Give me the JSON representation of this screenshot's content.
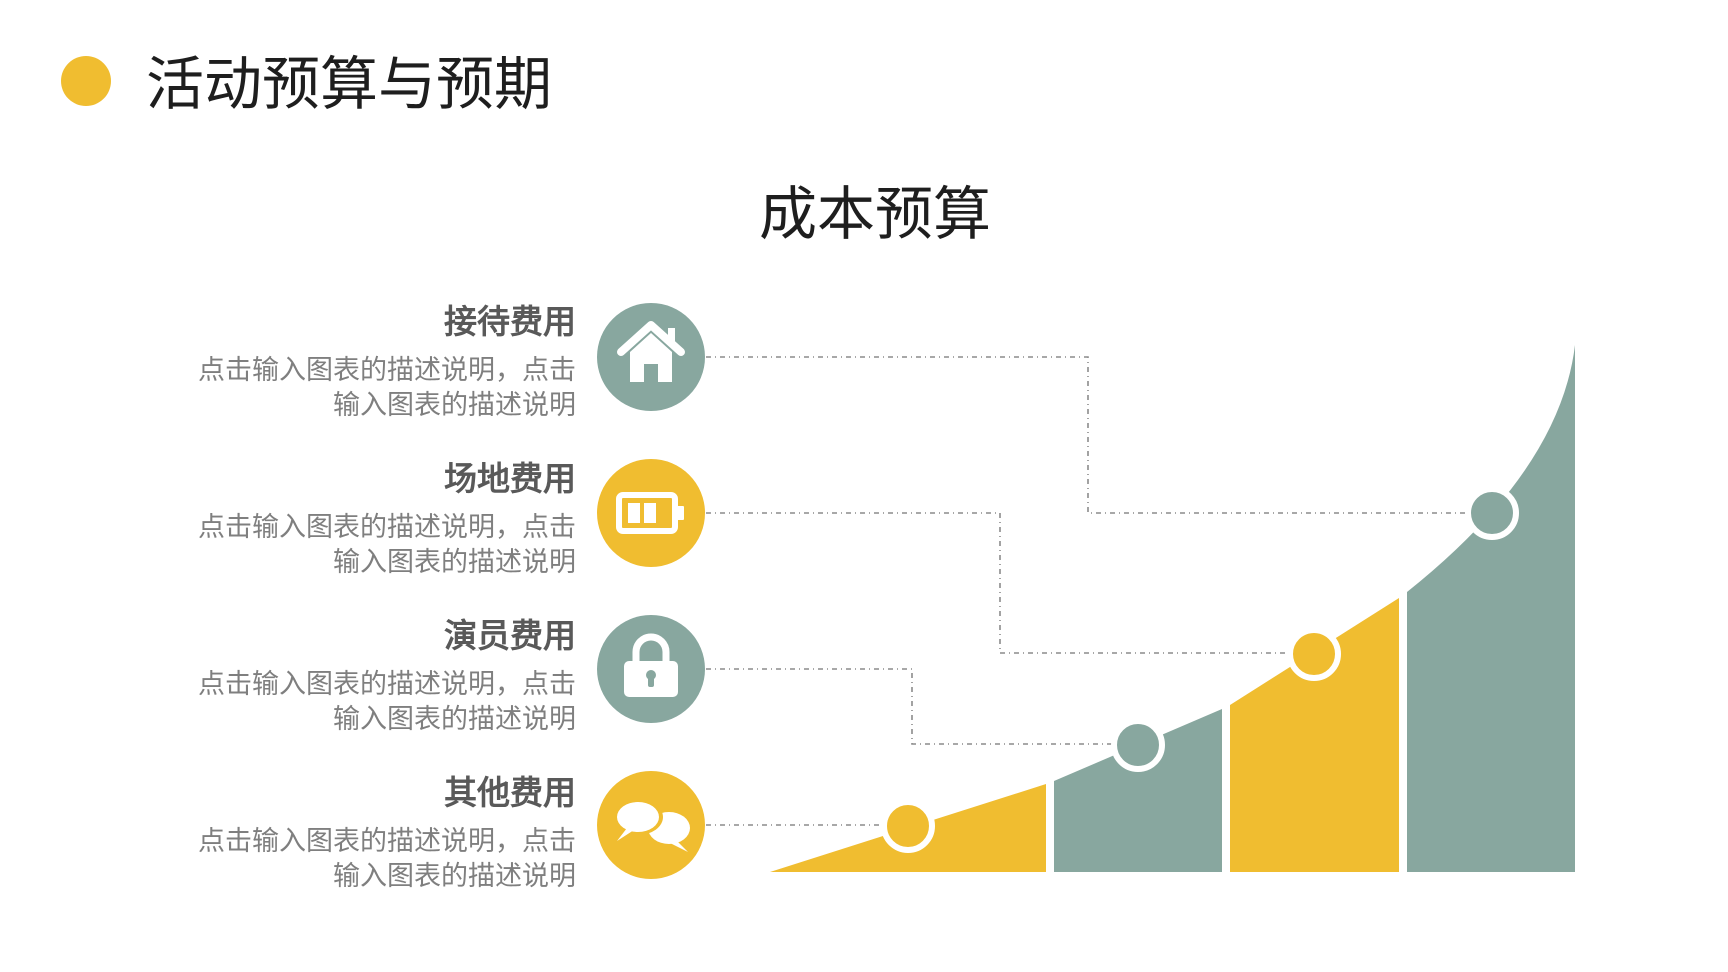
{
  "header": {
    "title": "活动预算与预期",
    "accent_color": "#f0bd30"
  },
  "diagram": {
    "title": "成本预算",
    "colors": {
      "yellow": "#f0bd30",
      "teal": "#88a79f",
      "connector": "#8c8c8c"
    },
    "items": [
      {
        "heading": "接待费用",
        "desc_line1": "点击输入图表的描述说明，点击",
        "desc_line2": "输入图表的描述说明",
        "icon": "home-icon",
        "color": "teal"
      },
      {
        "heading": "场地费用",
        "desc_line1": "点击输入图表的描述说明，点击",
        "desc_line2": "输入图表的描述说明",
        "icon": "battery-icon",
        "color": "yellow"
      },
      {
        "heading": "演员费用",
        "desc_line1": "点击输入图表的描述说明，点击",
        "desc_line2": "输入图表的描述说明",
        "icon": "lock-icon",
        "color": "teal"
      },
      {
        "heading": "其他费用",
        "desc_line1": "点击输入图表的描述说明，点击",
        "desc_line2": "输入图表的描述说明",
        "icon": "chat-bubbles-icon",
        "color": "yellow"
      }
    ],
    "segments": [
      {
        "order": 1,
        "color": "yellow"
      },
      {
        "order": 2,
        "color": "teal"
      },
      {
        "order": 3,
        "color": "yellow"
      },
      {
        "order": 4,
        "color": "teal"
      }
    ]
  }
}
